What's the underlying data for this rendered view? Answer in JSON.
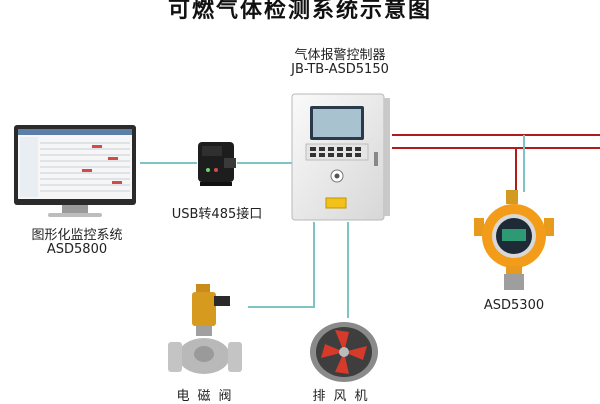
{
  "title": "可燃气体检测系统示意图",
  "controller": {
    "name": "气体报警控制器",
    "model": "JB-TB-ASD5150"
  },
  "converter": {
    "label": "USB转485接口"
  },
  "monitor": {
    "name": "图形化监控系统",
    "model": "ASD5800"
  },
  "detector": {
    "model": "ASD5300"
  },
  "valve": {
    "label": "电磁阀"
  },
  "fan": {
    "label": "排风机"
  },
  "colors": {
    "signal_line": "#7fc4c4",
    "power_line": "#b31b1b"
  }
}
